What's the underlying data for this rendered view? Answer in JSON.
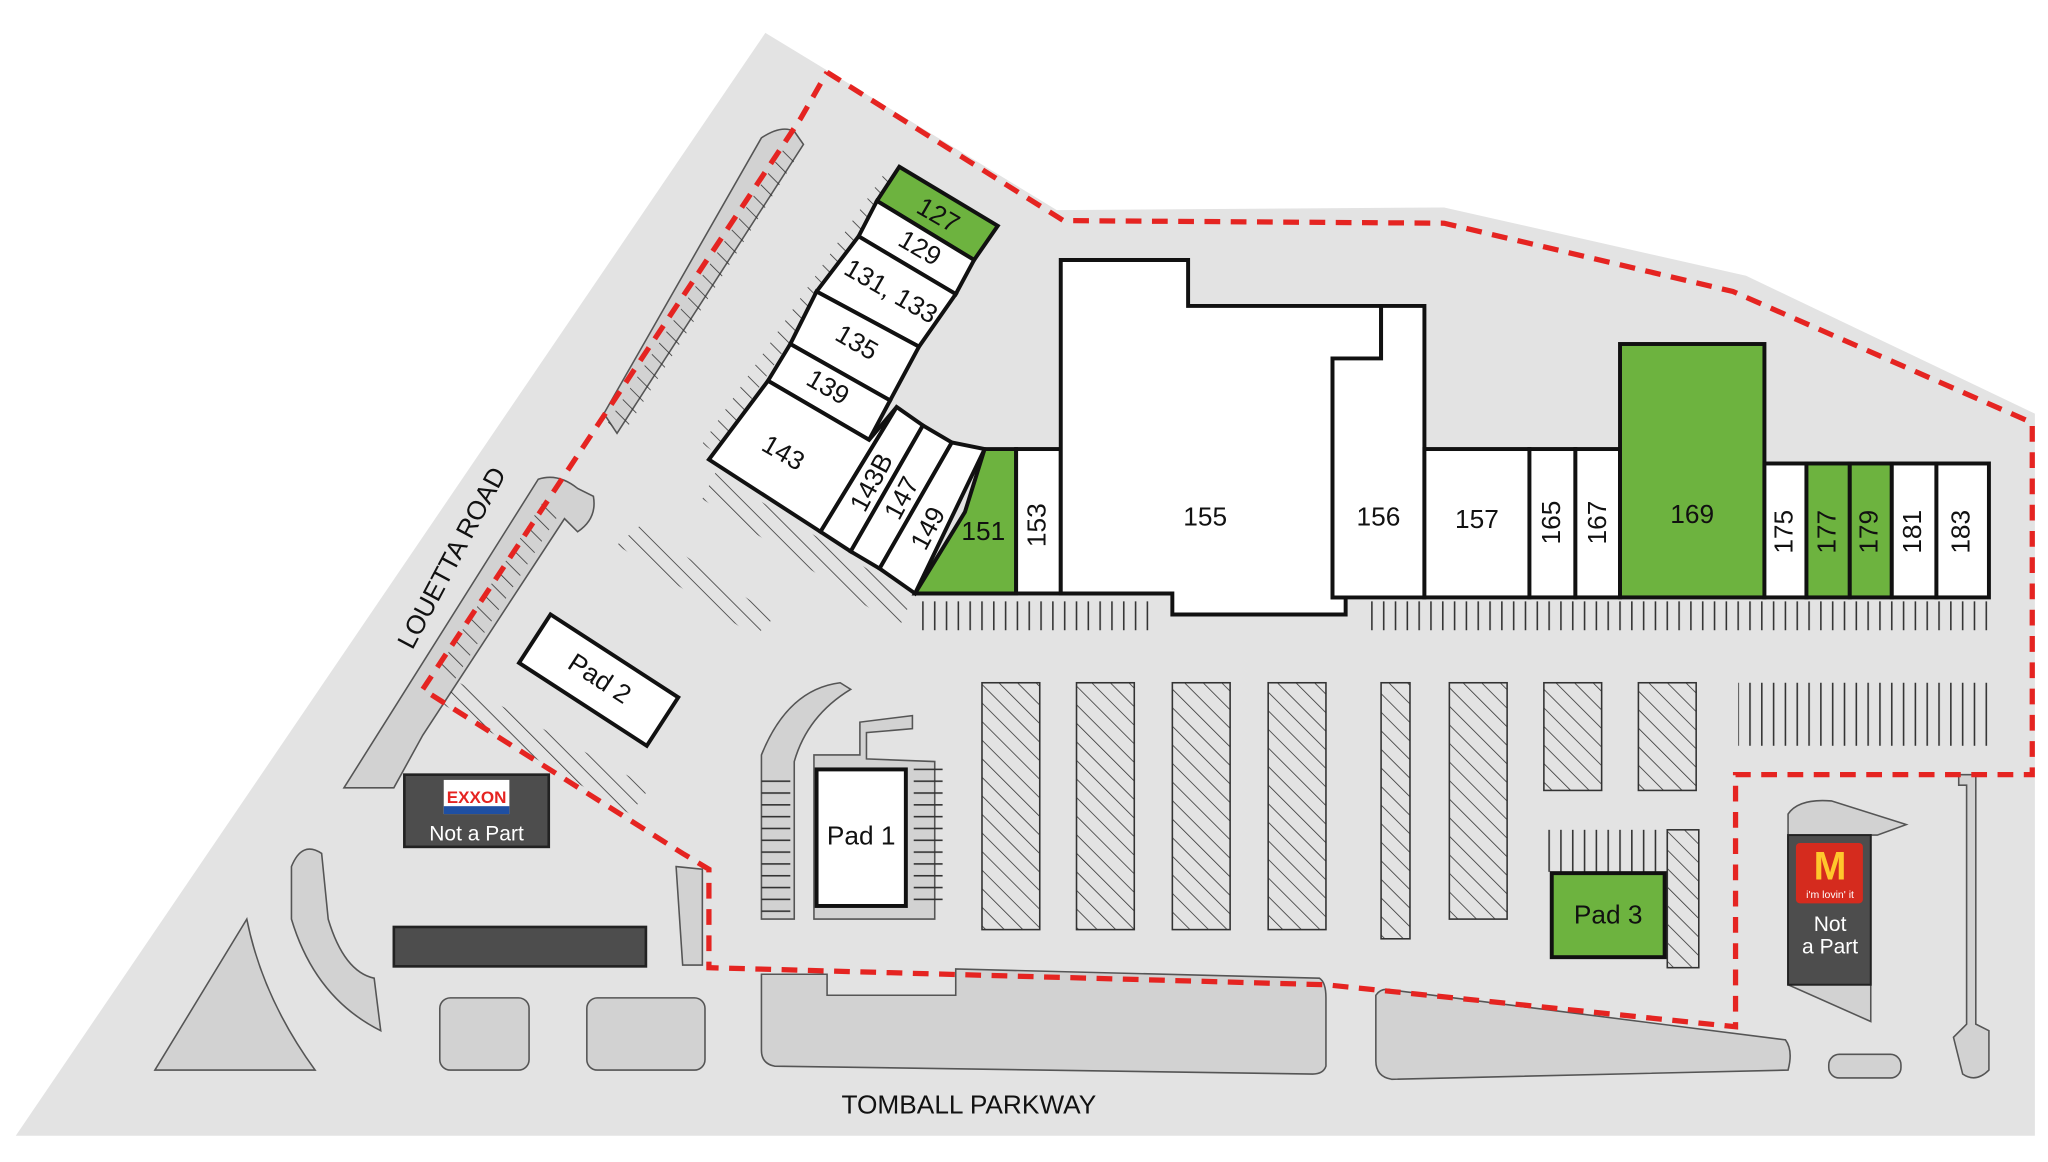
{
  "roads": {
    "west": "LOUETTA ROAD",
    "south": "TOMBALL PARKWAY"
  },
  "colors": {
    "available": "#6db33f",
    "occupied": "#ffffff",
    "ground": "#e3e3e3",
    "boundary": "#e52421",
    "not_part": "#4d4d4d"
  },
  "units": {
    "u127": "127",
    "u129": "129",
    "u131": "131, 133",
    "u135": "135",
    "u139": "139",
    "u143": "143",
    "u143b": "143B",
    "u147": "147",
    "u149": "149",
    "u151": "151",
    "u153": "153",
    "u155": "155",
    "u156": "156",
    "u157": "157",
    "u165": "165",
    "u167": "167",
    "u169": "169",
    "u175": "175",
    "u177": "177",
    "u179": "179",
    "u181": "181",
    "u183": "183"
  },
  "pads": {
    "pad1": "Pad 1",
    "pad2": "Pad 2",
    "pad3": "Pad 3"
  },
  "outparcels": {
    "exxon": {
      "brand": "EXXON",
      "note": "Not a Part"
    },
    "mcdonalds": {
      "brand": "M",
      "tagline": "i'm lovin' it",
      "note_line1": "Not",
      "note_line2": "a Part"
    }
  }
}
